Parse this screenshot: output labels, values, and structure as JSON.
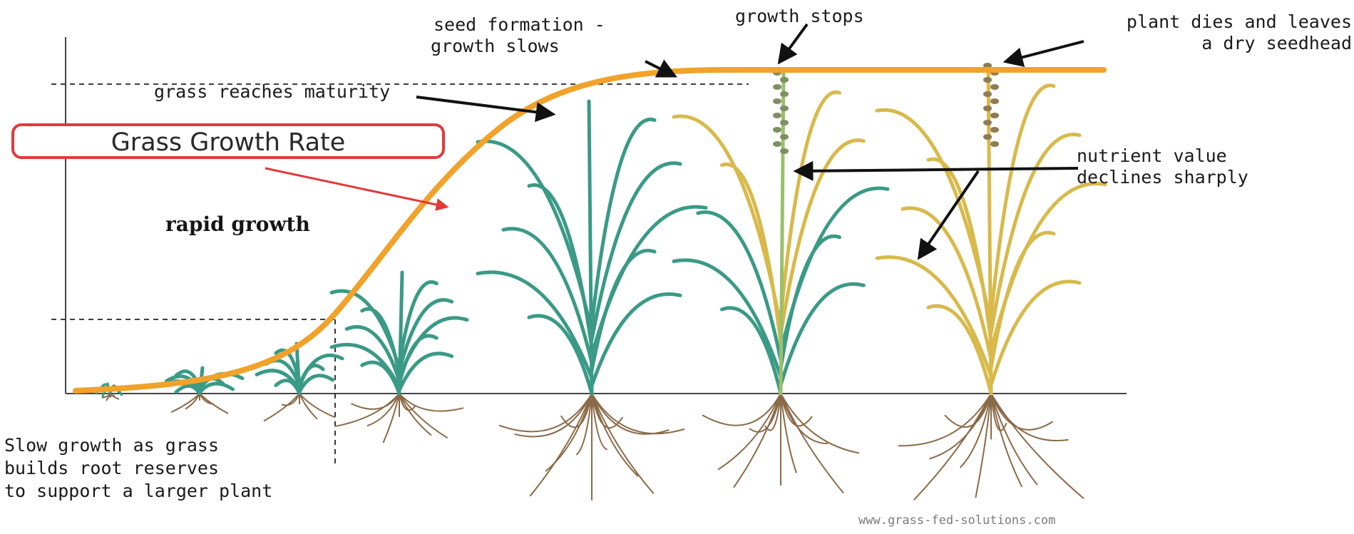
{
  "title": "Grass Growth Rate",
  "labels": {
    "seed_formation": [
      "seed formation -",
      "growth slows"
    ],
    "growth_stops": "growth stops",
    "plant_dies": [
      "plant dies and leaves",
      "a dry seedhead"
    ],
    "maturity": "grass reaches maturity",
    "nutrient": [
      "nutrient value",
      "declines sharply"
    ],
    "rapid": "rapid growth",
    "slow": [
      "Slow growth as grass",
      "builds root reserves",
      "to support a larger plant"
    ]
  },
  "credit": "www.grass-fed-solutions.com",
  "colors": {
    "curve": "#f0a22a",
    "title_border": "#e23a3a",
    "pointer_red": "#e23a3a",
    "arrow": "#111111",
    "leaf_green": "#3a9a86",
    "dry_leaf": "#d8b94a",
    "root": "#8a6a48"
  }
}
